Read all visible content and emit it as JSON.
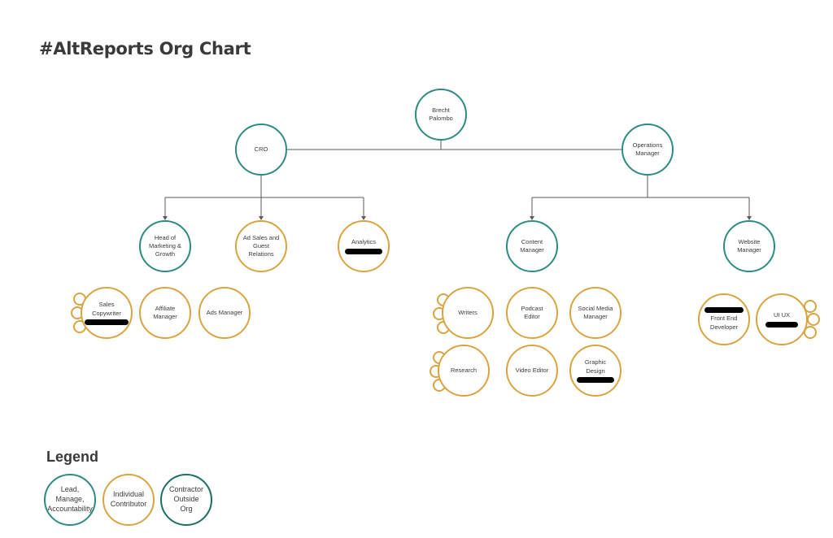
{
  "title": "#AltReports Org Chart",
  "colors": {
    "lead": "#2e8b80",
    "individual": "#d9a441",
    "contractor": "#1e6f64",
    "line": "#5a5a5a"
  },
  "nodes": {
    "ceo": "Brecht Palombo",
    "cro": "CRO",
    "ops": "Operations Manager",
    "hmg": "Head of Marketing & Growth",
    "adsales": "Ad Sales and Guest Relations",
    "analytics": "Analytics",
    "content": "Content Manager",
    "website": "Website Manager",
    "sales_copy": "Sales Copywriter",
    "affiliate": "Affiliate Manager",
    "ads_mgr": "Ads Manager",
    "writers": "Writers",
    "podcast": "Podcast Editor",
    "social": "Social Media Manager",
    "research": "Research",
    "video": "Video Editor",
    "graphic": "Graphic Design",
    "frontend": "Front End Developer",
    "uiux": "UI UX"
  },
  "legend": {
    "title": "Legend",
    "lead": "Lead, Manage, Accountability",
    "individual": "Individual Contributor",
    "contractor": "Contractor Outside Org"
  }
}
